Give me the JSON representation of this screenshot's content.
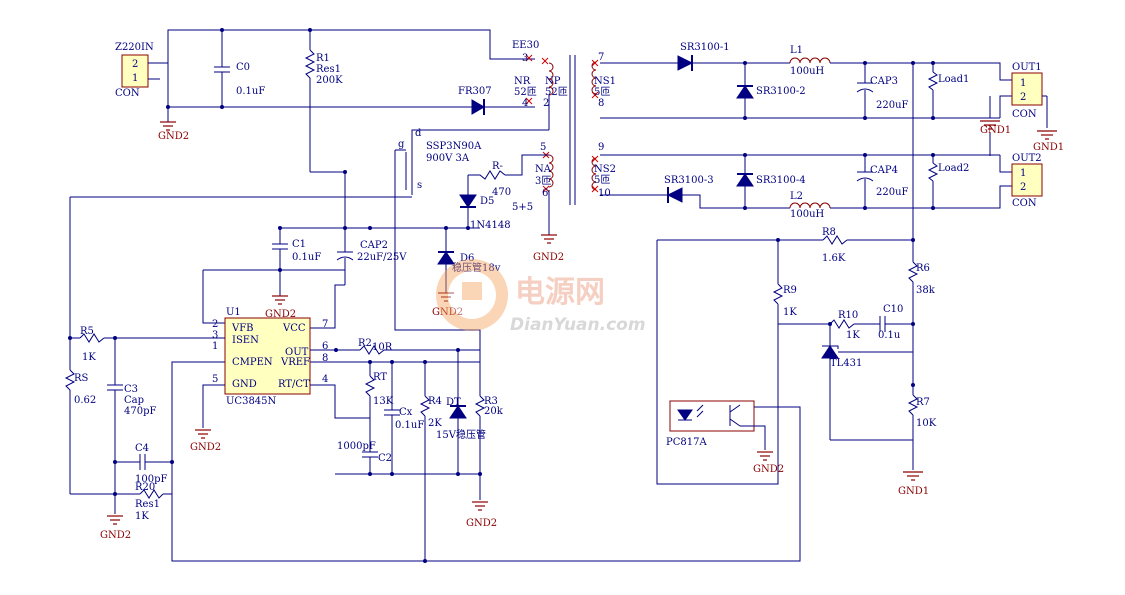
{
  "connectors": {
    "in_name": "Z220IN",
    "in_pin2": "2",
    "in_pin1": "1",
    "in_type": "CON",
    "out1_name": "OUT1",
    "out1_pin1": "1",
    "out1_pin2": "2",
    "out1_type": "CON",
    "out2_name": "OUT2",
    "out2_pin1": "1",
    "out2_pin2": "2",
    "out2_type": "CON"
  },
  "grounds": {
    "gnd1": "GND1",
    "gnd2": "GND2"
  },
  "components": {
    "c0": "C0",
    "c0_val": "0.1uF",
    "r1": "R1",
    "r1_type": "Res1",
    "r1_val": "200K",
    "tx": "EE30",
    "nr": "NR",
    "nr_turns": "52匝",
    "np": "NP",
    "np_turns": "52匝",
    "ns1": "NS1",
    "ns1_turns": "5匝",
    "ns2": "NS2",
    "ns2_turns": "5匝",
    "na": "NA",
    "na_turns": "3匝",
    "fr307": "FR307",
    "q": "SSP3N90A",
    "q_rating": "900V 3A",
    "pin_d": "d",
    "pin_g": "g",
    "pin_s": "s",
    "r_minus": "R-",
    "r_minus_val": "470",
    "d5": "D5",
    "d5_type": "1N4148",
    "vaux": "5+5",
    "c1": "C1",
    "c1_val": "0.1uF",
    "cap2": "CAP2",
    "cap2_val": "22uF/25V",
    "d6": "D6",
    "d6_val": "稳压管18v",
    "sr1": "SR3100-1",
    "sr2": "SR3100-2",
    "sr3": "SR3100-3",
    "sr4": "SR3100-4",
    "l1": "L1",
    "l1_val": "100uH",
    "l2": "L2",
    "l2_val": "100uH",
    "cap3": "CAP3",
    "cap3_val": "220uF",
    "cap4": "CAP4",
    "cap4_val": "220uF",
    "load1": "Load1",
    "load2": "Load2",
    "r8": "R8",
    "r8_val": "1.6K",
    "r6": "R6",
    "r6_val": "38k",
    "r9": "R9",
    "r9_val": "1K",
    "r10": "R10",
    "r10_val": "1K",
    "c10": "C10",
    "c10_val": "0.1u",
    "tl431": "TL431",
    "r7": "R7",
    "r7_val": "10K",
    "pc817": "PC817A",
    "u1": "U1",
    "u1_type": "UC3845N",
    "u1_vfb": "VFB",
    "u1_isen": "ISEN",
    "u1_cmpen": "CMPEN",
    "u1_gnd": "GND",
    "u1_vcc": "VCC",
    "u1_out": "OUT",
    "u1_vref": "VREF",
    "u1_rtct": "RT/CT",
    "r5": "R5",
    "r5_val": "1K",
    "rs": "RS",
    "rs_val": "0.62",
    "c3": "C3",
    "c3_type": "Cap",
    "c3_val": "470pF",
    "c4": "C4",
    "c4_val": "100pF",
    "r20": "R20",
    "r20_type": "Res1",
    "r20_val": "1K",
    "r2": "R2",
    "r2_val": "10R",
    "rt": "RT",
    "rt_val": "13K",
    "cx": "Cx",
    "cx_val": "0.1uF",
    "r4": "R4",
    "r4_val": "2K",
    "dt": "DT",
    "dt_val": "15V稳压管",
    "r3": "R3",
    "r3_val": "20k",
    "c2": "C2",
    "c2_val": "1000pF"
  },
  "pins": {
    "t3": "3",
    "t4": "4",
    "t2": "2",
    "t5": "5",
    "t6": "6",
    "t7": "7",
    "t8": "8",
    "t9": "9",
    "t10": "10",
    "u2": "2",
    "u3": "3",
    "u1p": "1",
    "u5": "5",
    "u7": "7",
    "u6": "6",
    "u8": "8",
    "u4": "4"
  },
  "watermark": {
    "brand": "电源网",
    "site": "DianYuan.com"
  }
}
